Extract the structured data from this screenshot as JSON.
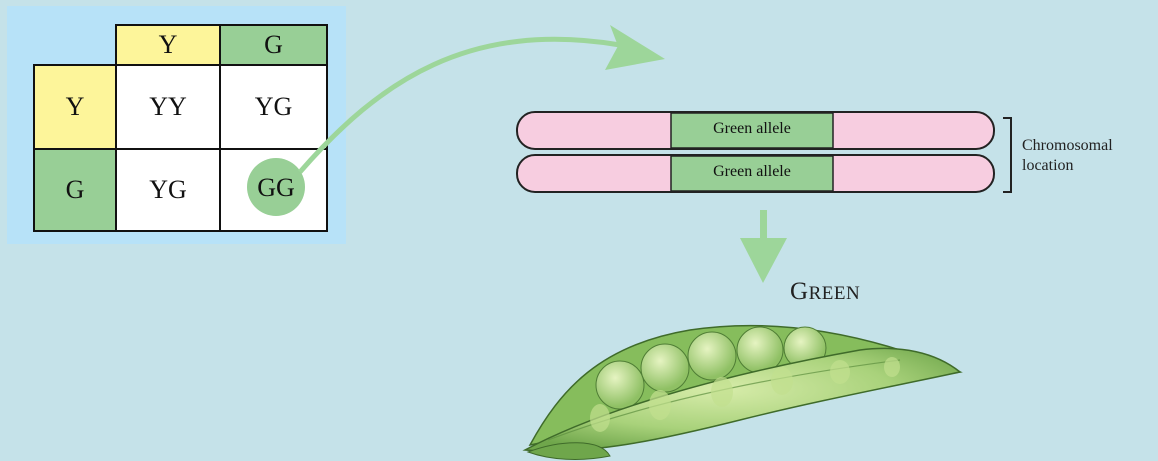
{
  "punnett": {
    "top_headers": [
      "Y",
      "G"
    ],
    "side_headers": [
      "Y",
      "G"
    ],
    "cells": [
      [
        "YY",
        "YG"
      ],
      [
        "YG",
        "GG"
      ]
    ]
  },
  "chromosome": {
    "allele_top": "Green allele",
    "allele_bottom": "Green allele",
    "location_label_line1": "Chromosomal",
    "location_label_line2": "location"
  },
  "phenotype": {
    "first_letter": "G",
    "rest": "REEN"
  },
  "colors": {
    "background": "#c5e2e9",
    "punnett_background": "#b7e2f8",
    "yellow": "#fdf59a",
    "green": "#98cf96",
    "chromosome_pink": "#f7cde0",
    "arrow_green": "#9dd69a"
  }
}
